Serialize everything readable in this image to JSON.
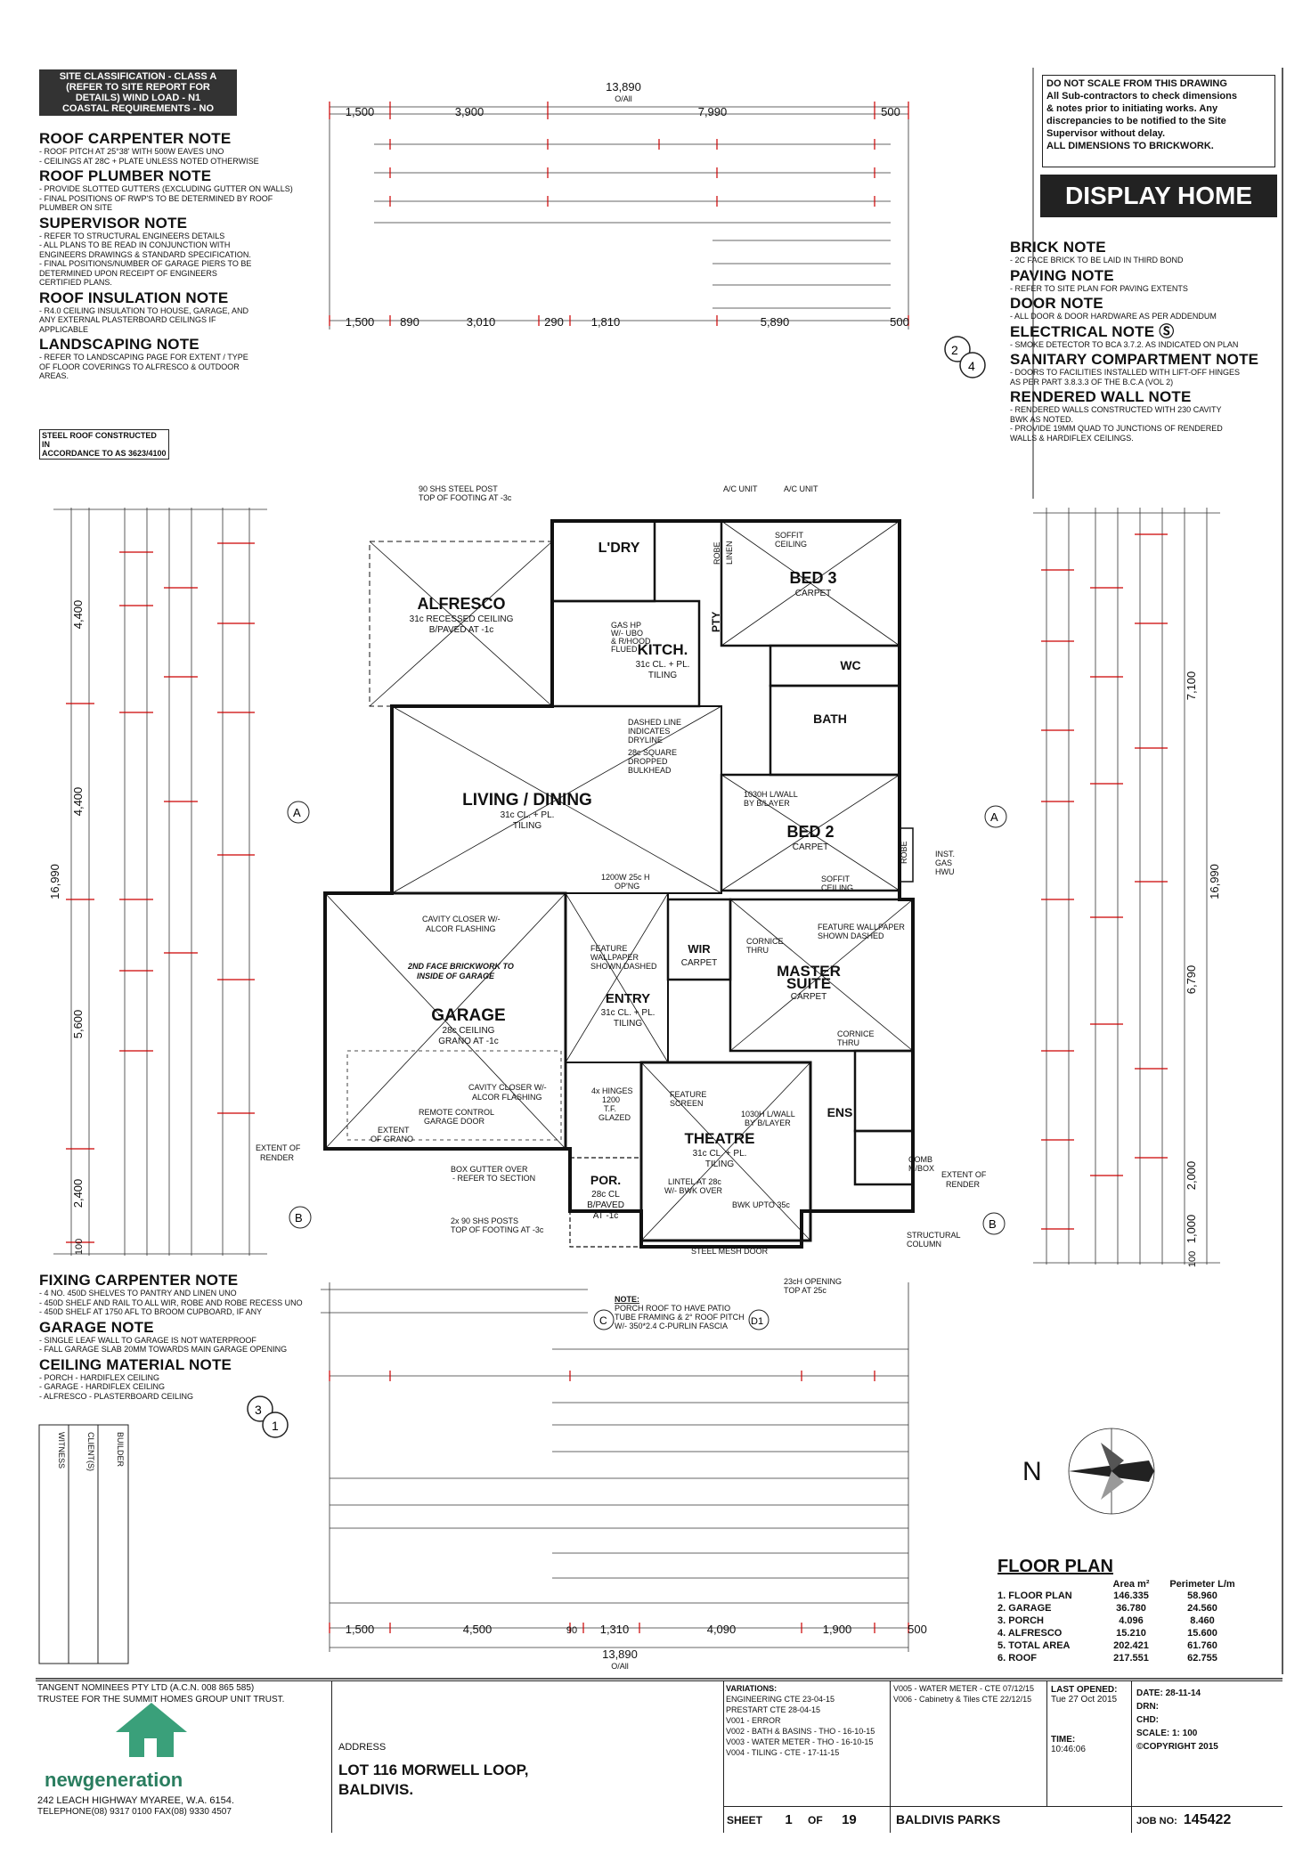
{
  "site_classification": [
    "SITE CLASSIFICATION - CLASS A",
    "(REFER TO SITE REPORT FOR",
    "DETAILS) WIND LOAD - N1",
    "COASTAL REQUIREMENTS - NO"
  ],
  "left_notes": [
    {
      "heading": "ROOF CARPENTER NOTE",
      "lines": [
        "- ROOF PITCH AT 25°38' WITH 500W EAVES UNO",
        "- CEILINGS AT 28c + PLATE UNLESS NOTED OTHERWISE"
      ]
    },
    {
      "heading": "ROOF PLUMBER NOTE",
      "lines": [
        "- PROVIDE SLOTTED GUTTERS (EXCLUDING GUTTER ON WALLS)",
        "- FINAL POSITIONS OF RWP'S TO BE DETERMINED BY ROOF",
        "PLUMBER ON SITE"
      ]
    },
    {
      "heading": "SUPERVISOR NOTE",
      "lines": [
        "- REFER TO STRUCTURAL ENGINEERS DETAILS",
        "- ALL PLANS TO BE READ IN CONJUNCTION WITH",
        "ENGINEERS DRAWINGS & STANDARD SPECIFICATION.",
        "- FINAL POSITIONS/NUMBER OF GARAGE PIERS TO BE",
        "DETERMINED UPON RECEIPT OF ENGINEERS",
        "CERTIFIED PLANS."
      ]
    },
    {
      "heading": "ROOF INSULATION NOTE",
      "lines": [
        "- R4.0 CEILING INSULATION TO HOUSE, GARAGE, AND",
        "ANY EXTERNAL PLASTERBOARD CEILINGS IF",
        "APPLICABLE"
      ]
    },
    {
      "heading": "LANDSCAPING NOTE",
      "lines": [
        "- REFER TO LANDSCAPING PAGE FOR EXTENT / TYPE",
        "OF FLOOR COVERINGS TO ALFRESCO & OUTDOOR",
        "AREAS."
      ]
    }
  ],
  "steel_roof_note": [
    "STEEL ROOF CONSTRUCTED IN",
    "ACCORDANCE TO AS 3623/4100"
  ],
  "do_not_scale": [
    "DO NOT SCALE FROM THIS DRAWING",
    "All Sub-contractors to check dimensions",
    "& notes prior to initiating works. Any",
    "discrepancies to be notified to the Site",
    "Supervisor without delay.",
    "ALL DIMENSIONS TO BRICKWORK."
  ],
  "display_home": "DISPLAY HOME",
  "right_notes": [
    {
      "heading": "BRICK NOTE",
      "lines": [
        "- 2c FACE BRICK TO BE LAID IN THIRD BOND"
      ]
    },
    {
      "heading": "PAVING NOTE",
      "lines": [
        "- REFER TO SITE PLAN FOR PAVING EXTENTS"
      ]
    },
    {
      "heading": "DOOR NOTE",
      "lines": [
        "- ALL DOOR & DOOR HARDWARE AS PER ADDENDUM"
      ]
    },
    {
      "heading": "ELECTRICAL NOTE Ⓢ",
      "lines": [
        "- SMOKE DETECTOR TO BCA 3.7.2. AS INDICATED ON PLAN"
      ]
    },
    {
      "heading": "SANITARY COMPARTMENT NOTE",
      "lines": [
        "- DOORS TO FACILITIES INSTALLED WITH LIFT-OFF HINGES",
        "AS PER PART 3.8.3.3 OF THE B.C.A (VOL 2)"
      ]
    },
    {
      "heading": "RENDERED WALL NOTE",
      "lines": [
        "- RENDERED WALLS CONSTRUCTED WITH 230 CAVITY",
        "BWK AS NOTED.",
        "- PROVIDE 19mm QUAD TO JUNCTIONS OF RENDERED",
        "WALLS & HARDIFLEX CEILINGS."
      ]
    }
  ],
  "bottom_left_notes": [
    {
      "heading": "FIXING CARPENTER NOTE",
      "lines": [
        "- 4 No. 450D SHELVES TO PANTRY AND LINEN UNO",
        "- 450D SHELF AND RAIL TO ALL WIR, ROBE AND ROBE RECESS UNO",
        "- 450D SHELF AT 1750 AFL TO BROOM CUPBOARD, IF ANY"
      ]
    },
    {
      "heading": "GARAGE NOTE",
      "lines": [
        "- SINGLE LEAF WALL TO GARAGE IS NOT WATERPROOF",
        "- FALL GARAGE SLAB 20mm TOWARDS MAIN GARAGE OPENING"
      ]
    },
    {
      "heading": "CEILING MATERIAL NOTE",
      "lines": [
        "- PORCH - HARDIFLEX CEILING",
        "- GARAGE - HARDIFLEX CEILING",
        "- ALFRESCO - PLASTERBOARD CEILING"
      ]
    }
  ],
  "rooms": [
    {
      "name": "ALFRESCO",
      "sub": [
        "31c RECESSED CEILING",
        "B/PAVED AT -1c"
      ]
    },
    {
      "name": "L'DRY",
      "sub": []
    },
    {
      "name": "KITCH.",
      "sub": [
        "31c CL. + PL.",
        "TILING"
      ]
    },
    {
      "name": "BED 3",
      "sub": [
        "CARPET"
      ]
    },
    {
      "name": "WC",
      "sub": []
    },
    {
      "name": "BATH",
      "sub": []
    },
    {
      "name": "LIVING / DINING",
      "sub": [
        "31c CL. + PL.",
        "TILING"
      ]
    },
    {
      "name": "BED 2",
      "sub": [
        "CARPET"
      ]
    },
    {
      "name": "GARAGE",
      "sub": [
        "28c CEILING",
        "GRANO AT -1c"
      ]
    },
    {
      "name": "WIR",
      "sub": [
        "CARPET"
      ]
    },
    {
      "name": "ENTRY",
      "sub": [
        "31c CL. + PL.",
        "TILING"
      ]
    },
    {
      "name": "MASTER",
      "sub": [
        "SUITE",
        "CARPET"
      ]
    },
    {
      "name": "ENS",
      "sub": []
    },
    {
      "name": "THEATRE",
      "sub": [
        "31c CL. + PL.",
        "TILING"
      ]
    },
    {
      "name": "POR.",
      "sub": [
        "28c CL",
        "B/PAVED",
        "AT -1c"
      ]
    }
  ],
  "plan_labels": {
    "steel_post": [
      "90 SHS STEEL POST",
      "TOP OF FOOTING AT -3c"
    ],
    "ac_unit": "A/C UNIT",
    "soffit": [
      "SOFFIT",
      "CEILING"
    ],
    "robe": "ROBE",
    "linen": "LINEN",
    "pty": "PTY",
    "gas_hp": [
      "GAS HP",
      "W/- UBO",
      "& R/HOOD",
      "FLUED"
    ],
    "dashed_line": [
      "DASHED LINE",
      "INDICATES",
      "DRYLINE"
    ],
    "bulkhead": [
      "28c SQUARE",
      "DROPPED",
      "BULKHEAD"
    ],
    "lwall": [
      "1030H L/WALL",
      "BY B/LAYER"
    ],
    "opng": [
      "1200W 25c H",
      "OP'NG"
    ],
    "inst_gas": [
      "INST.",
      "GAS",
      "HWU"
    ],
    "cavity_closer": [
      "CAVITY CLOSER W/-",
      "ALCOR FLASHING"
    ],
    "brickwork": [
      "2ND FACE BRICKWORK TO",
      "INSIDE OF GARAGE"
    ],
    "feature_wall": [
      "FEATURE",
      "WALLPAPER",
      "SHOWN DASHED"
    ],
    "cornice": [
      "CORNICE",
      "THRU"
    ],
    "feature_wallpaper": [
      "FEATURE WALLPAPER",
      "SHOWN DASHED"
    ],
    "remote": [
      "REMOTE CONTROL",
      "GARAGE DOOR"
    ],
    "extent_grano": [
      "EXTENT",
      "OF GRANO"
    ],
    "extent_render": [
      "EXTENT OF",
      "RENDER"
    ],
    "box_gutter": [
      "BOX GUTTER OVER",
      "- REFER TO SECTION"
    ],
    "shs_posts": [
      "2x 90 SHS POSTS",
      "TOP OF FOOTING AT -3c"
    ],
    "hinges": [
      "4x HINGES",
      "1200",
      "T.F.",
      "GLAZED"
    ],
    "feature_screen": [
      "FEATURE",
      "SCREEN"
    ],
    "lintel": [
      "LINTEL AT 28c",
      "W/- BWK OVER"
    ],
    "bwk_upto": "BWK UPTO 35c",
    "structural": [
      "STRUCTURAL",
      "COLUMN"
    ],
    "opening": [
      "23cH OPENING",
      "TOP AT 25c"
    ],
    "comb": [
      "COMB",
      "M/BOX"
    ],
    "steel_mesh": "STEEL MESH DOOR",
    "porch_note": [
      "NOTE:",
      "PORCH ROOF TO HAVE PATIO",
      "TUBE FRAMING & 2° ROOF PITCH",
      "W/- 350*2.4 C-PURLIN FASCIA"
    ],
    "section_marks": [
      "A",
      "B",
      "C",
      "D1"
    ]
  },
  "top_dims": {
    "overall": "13,890",
    "overall_sub": "O/All",
    "row1": [
      "1,500",
      "3,900",
      "7,990",
      "500"
    ],
    "row_bottom": [
      "1,500",
      "890",
      "3,010",
      "290",
      "1,810",
      "5,890",
      "500"
    ]
  },
  "bottom_dims": {
    "overall": "13,890",
    "overall_sub": "O/All",
    "row_last": [
      "1,500",
      "4,500",
      "90",
      "1,310",
      "4,090",
      "1,900",
      "500"
    ]
  },
  "left_dims": {
    "overall": "16,990",
    "major": [
      "4,400",
      "4,400",
      "5,600",
      "2,400",
      "100"
    ]
  },
  "right_dims": {
    "overall": "16,990",
    "major": [
      "7,100",
      "6,790",
      "2,000",
      "1,000",
      "100"
    ]
  },
  "floor_plan": {
    "title": "FLOOR PLAN",
    "headers": [
      "",
      "Area m²",
      "Perimeter L/m"
    ],
    "rows": [
      [
        "1. FLOOR PLAN",
        "146.335",
        "58.960"
      ],
      [
        "2. GARAGE",
        "36.780",
        "24.560"
      ],
      [
        "3. PORCH",
        "4.096",
        "8.460"
      ],
      [
        "4. ALFRESCO",
        "15.210",
        "15.600"
      ],
      [
        "5. TOTAL AREA",
        "202.421",
        "61.760"
      ],
      [
        "6. ROOF",
        "217.551",
        "62.755"
      ]
    ]
  },
  "north_label": "N",
  "sign_labels": [
    "BUILDER",
    "CLIENT(S)",
    "WITNESS"
  ],
  "title_block": {
    "company": [
      "TANGENT NOMINEES PTY LTD (A.C.N. 008 865 585)",
      "TRUSTEE FOR THE SUMMIT HOMES GROUP UNIT TRUST."
    ],
    "brand": "newgeneration",
    "brand_address": [
      "242 LEACH HIGHWAY MYAREE, W.A. 6154.",
      "TELEPHONE(08) 9317 0100 FAX(08) 9330 4507"
    ],
    "address_label": "ADDRESS",
    "address": [
      "LOT 116 MORWELL LOOP,",
      "BALDIVIS."
    ],
    "variations_label": "VARIATIONS:",
    "variations": [
      "ENGINEERING CTE 23-04-15",
      "PRESTART CTE 28-04-15",
      "V001 - ERROR",
      "V002 - BATH & BASINS - THO - 16-10-15",
      "V003 - WATER METER - THO - 16-10-15",
      "V004 - TILING - CTE - 17-11-15"
    ],
    "variations2": [
      "V005 - WATER METER - CTE 07/12/15",
      "V006 - Cabinetry & Tiles CTE 22/12/15"
    ],
    "last_opened_label": "LAST OPENED:",
    "last_opened": "Tue 27 Oct 2015",
    "time_label": "TIME:",
    "time": "10:46:06",
    "date": "DATE: 28-11-14",
    "drn": "DRN:",
    "chd": "CHD:",
    "scale": "SCALE: 1: 100",
    "copyright": "©COPYRIGHT 2015",
    "sheet_label": "SHEET",
    "sheet_num": "1",
    "of_label": "OF",
    "sheet_total": "19",
    "estate": "BALDIVIS PARKS",
    "job_label": "JOB NO:",
    "job_no": "145422"
  }
}
